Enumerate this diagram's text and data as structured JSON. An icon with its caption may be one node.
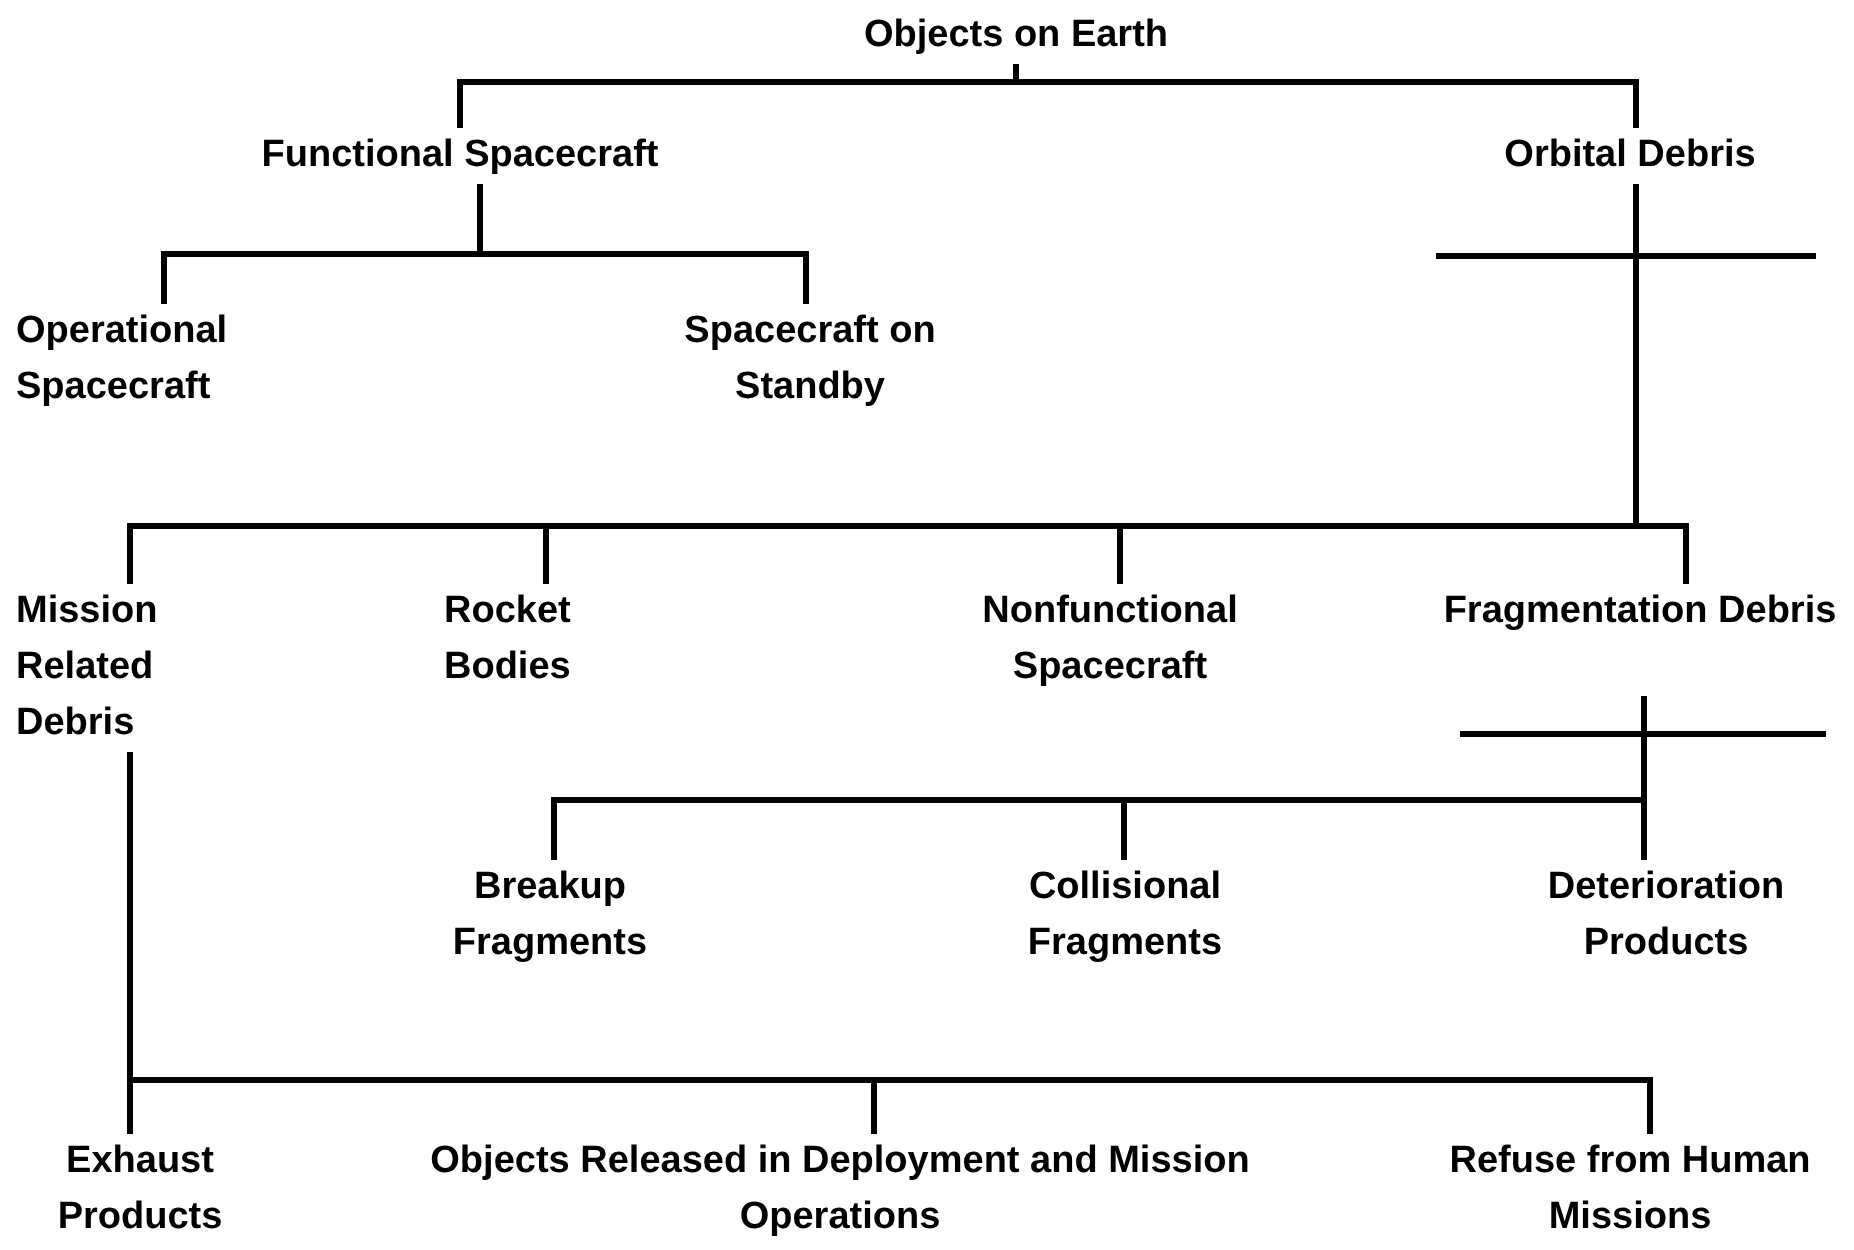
{
  "diagram": {
    "nodes": [
      {
        "text": [
          "Objects on Earth"
        ]
      },
      {
        "text": [
          "Functional Spacecraft"
        ]
      },
      {
        "text": [
          "Orbital Debris"
        ]
      },
      {
        "text": [
          "Operational Spacecraft"
        ]
      },
      {
        "text": [
          "Spacecraft on Standby"
        ]
      },
      {
        "text": [
          "Mission Related Debris"
        ]
      },
      {
        "text": [
          "Rocket Bodies"
        ]
      },
      {
        "text": [
          "Nonfunctional Spacecraft"
        ]
      },
      {
        "text": [
          "Fragmentation Debris"
        ]
      },
      {
        "text": [
          "Breakup Fragments"
        ]
      },
      {
        "text": [
          "Collisional Fragments"
        ]
      },
      {
        "text": [
          "Deterioration Products"
        ]
      },
      {
        "text": [
          "Exhaust Products"
        ]
      },
      {
        "text": [
          "Objects Released in Deployment and Mission Operations"
        ]
      },
      {
        "text": [
          "Refuse from Human Missions"
        ]
      }
    ],
    "edges": [
      {
        "from": 0,
        "to": 1,
        "arrow": "none"
      },
      {
        "from": 0,
        "to": 2,
        "arrow": "none"
      },
      {
        "from": 1,
        "to": 3,
        "arrow": "none"
      },
      {
        "from": 1,
        "to": 4,
        "arrow": "none"
      },
      {
        "from": 2,
        "to": 5,
        "arrow": "none"
      },
      {
        "from": 2,
        "to": 6,
        "arrow": "none"
      },
      {
        "from": 2,
        "to": 7,
        "arrow": "none"
      },
      {
        "from": 2,
        "to": 8,
        "arrow": "none"
      },
      {
        "from": 8,
        "to": 9,
        "arrow": "none"
      },
      {
        "from": 8,
        "to": 10,
        "arrow": "none"
      },
      {
        "from": 8,
        "to": 11,
        "arrow": "none"
      },
      {
        "from": 5,
        "to": 12,
        "arrow": "none"
      },
      {
        "from": 5,
        "to": 13,
        "arrow": "none"
      },
      {
        "from": 5,
        "to": 14,
        "arrow": "none"
      }
    ]
  }
}
